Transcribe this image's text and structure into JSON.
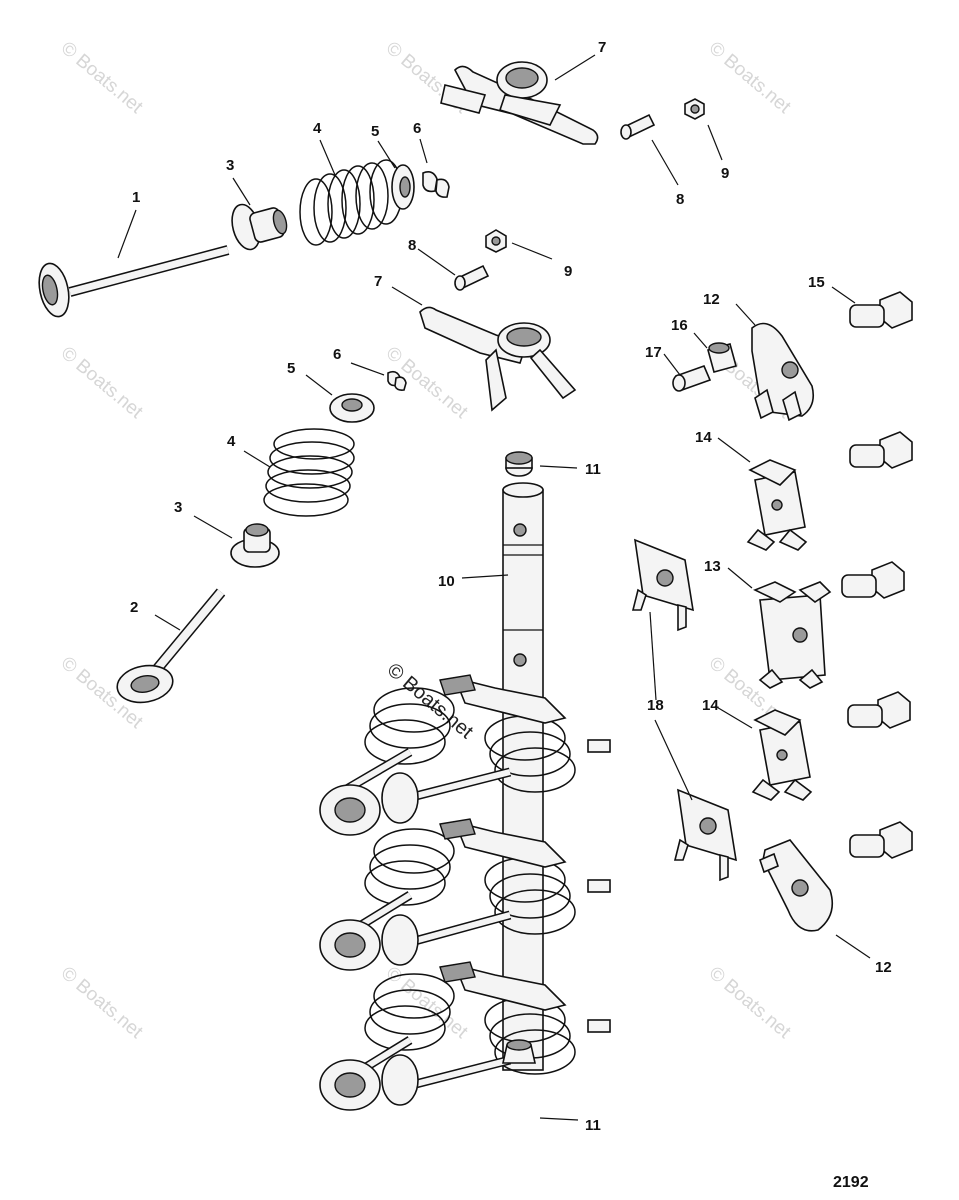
{
  "diagram": {
    "figure_number": "2192",
    "watermark_text": "© Boats.net",
    "callouts": {
      "c1": "1",
      "c2": "2",
      "c3a": "3",
      "c3b": "3",
      "c4a": "4",
      "c4b": "4",
      "c5a": "5",
      "c5b": "5",
      "c6a": "6",
      "c6b": "6",
      "c7a": "7",
      "c7b": "7",
      "c8a": "8",
      "c8b": "8",
      "c9a": "9",
      "c9b": "9",
      "c10": "10",
      "c11a": "11",
      "c11b": "11",
      "c12a": "12",
      "c12b": "12",
      "c13": "13",
      "c14a": "14",
      "c14b": "14",
      "c15": "15",
      "c16": "16",
      "c17": "17",
      "c18": "18"
    }
  }
}
